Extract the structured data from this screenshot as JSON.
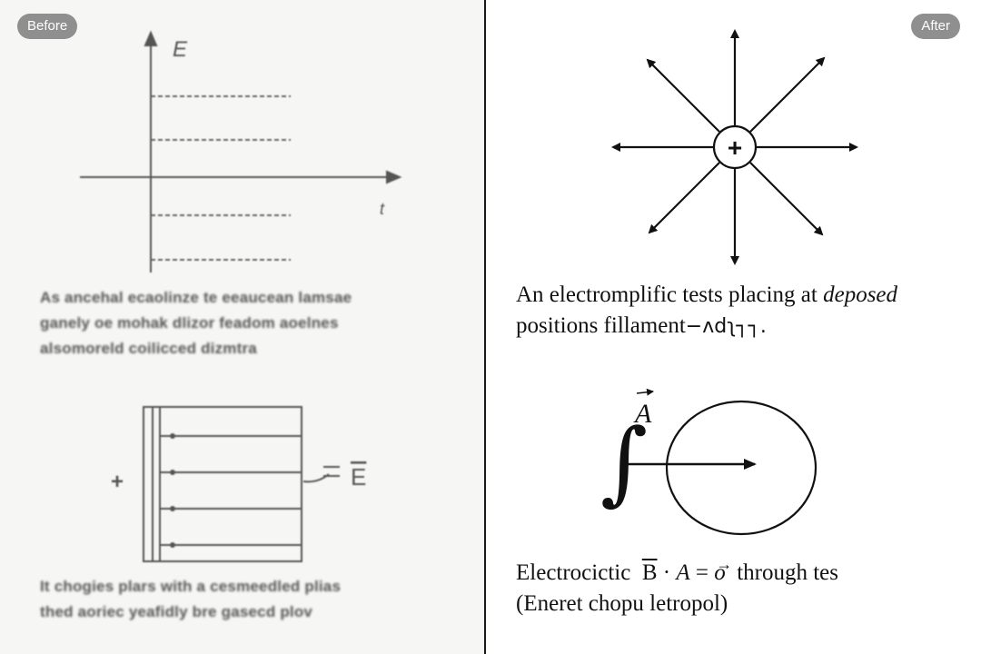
{
  "badges": {
    "before": "Before",
    "after": "After"
  },
  "left_panel": {
    "graph_axis_y_label": "E",
    "graph_axis_x_label": "t",
    "blurred_text_1": [
      "As ancehal ecaolinze te eeaucean lamsae",
      "ganely oe mohak dlizor feadom aoelnes",
      "alsomoreld coilicced dizmtra"
    ],
    "capacitor_field_label": "E",
    "capacitor_plus": "+",
    "blurred_text_2": [
      "It chogies plars with a cesmeedled plias",
      "thed aoriec yeafidly bre gasecd plov"
    ]
  },
  "right_panel": {
    "charge_symbol": "+",
    "caption_1": {
      "line1_plain": "An electromplific tests placing at ",
      "line1_italic": "deposed",
      "line2": "positions fillament",
      "line2_suffix": "−ʌdʅ┐┐."
    },
    "integral_vector_label": "A",
    "integral_symbol": "∫",
    "caption_2": {
      "word": "Electrocictic",
      "b_symbol": "B",
      "dot": "·",
      "a_symbol": "A",
      "equals": "=",
      "o_symbol": "o",
      "tail": "through tes",
      "line2": "(Eneret chopu letropol)"
    }
  }
}
